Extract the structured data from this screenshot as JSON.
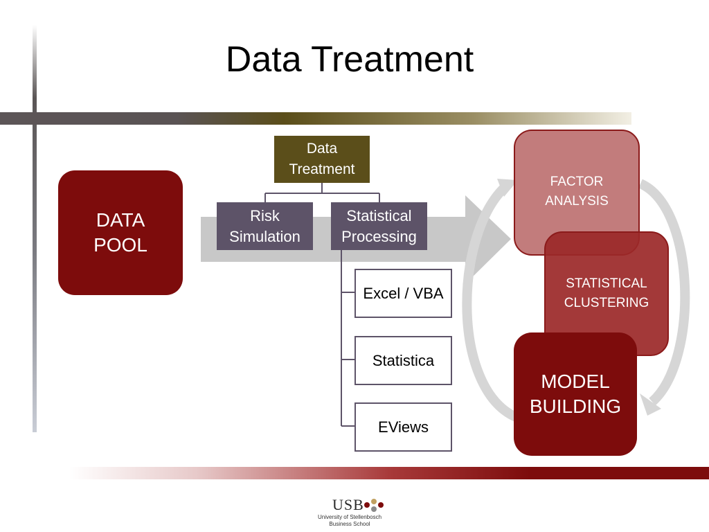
{
  "slide": {
    "title": "Data Treatment"
  },
  "diagram": {
    "data_pool": "DATA\nPOOL",
    "org_chart": {
      "root": "Data\nTreatment",
      "children": [
        "Risk\nSimulation",
        "Statistical\nProcessing"
      ],
      "tools": [
        "Excel / VBA",
        "Statistica",
        "EViews"
      ]
    },
    "cycle": {
      "factor_analysis": "FACTOR\nANALYSIS",
      "statistical_clustering": "STATISTICAL\nCLUSTERING",
      "model_building": "MODEL\nBUILDING"
    }
  },
  "footer": {
    "logo_text": "USB",
    "logo_subtitle": "University of Stellenbosch\nBusiness School"
  },
  "colors": {
    "maroon": "#7d0c0c",
    "olive": "#5b4e1a",
    "slate": "#5d5368",
    "arrow_gray": "#c8c8c8"
  }
}
